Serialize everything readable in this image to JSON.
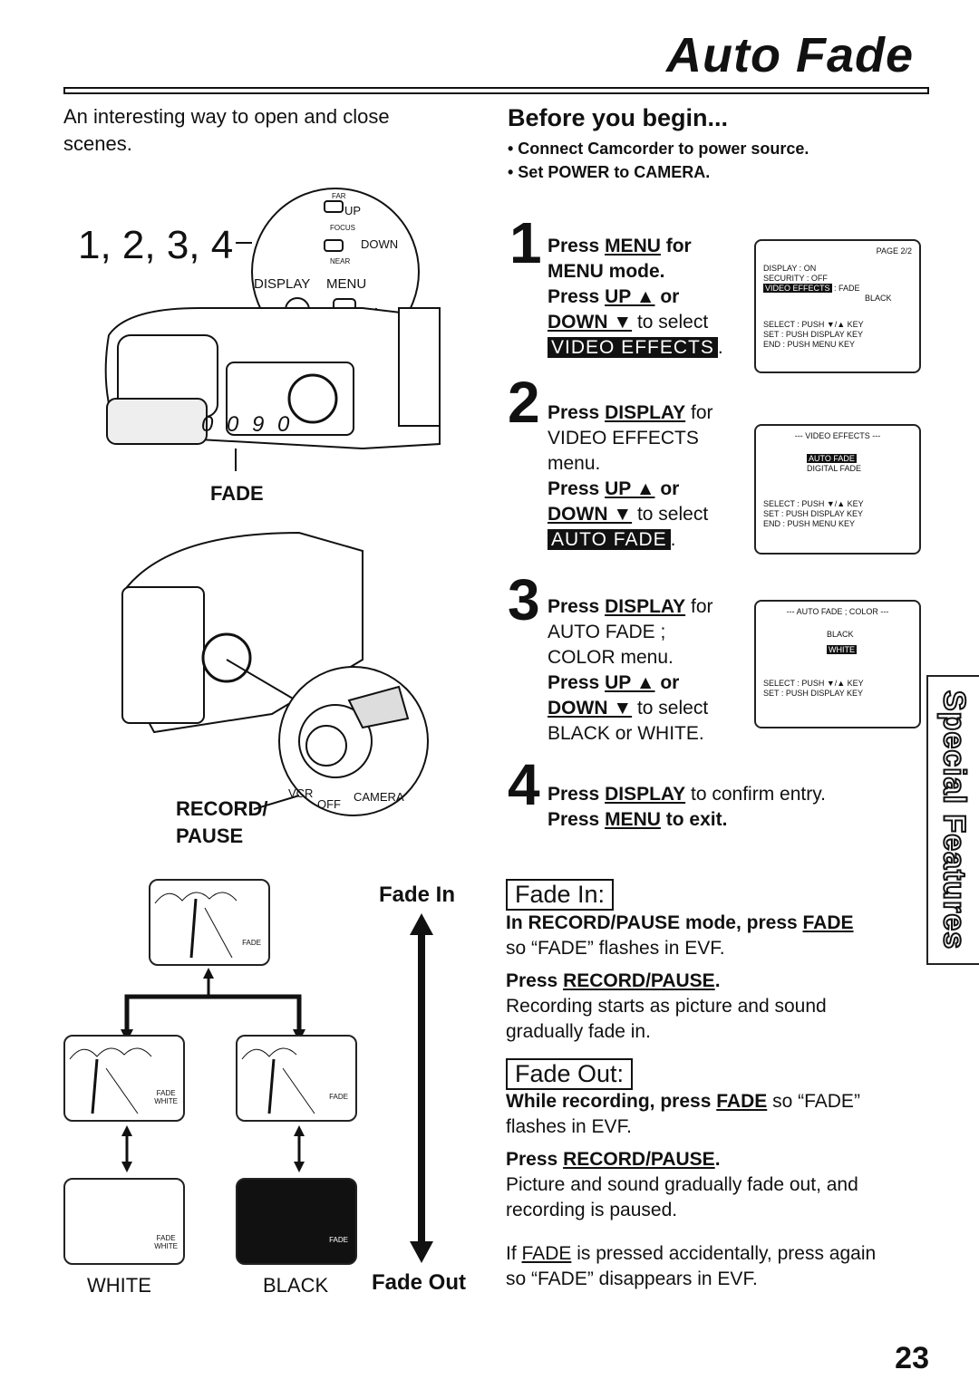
{
  "page": {
    "title": "Auto Fade",
    "intro": "An interesting way to open and close scenes.",
    "page_number": "23",
    "side_tab": "Special Features"
  },
  "left": {
    "callout_numbers": "1, 2, 3, 4",
    "buttons": {
      "far": "FAR",
      "up": "UP",
      "focus": "FOCUS",
      "down": "DOWN",
      "near": "NEAR",
      "display": "DISPLAY",
      "menu": "MENU"
    },
    "counter": "0 0 9 0",
    "fade_label": "FADE",
    "record_pause_1": "RECORD/",
    "record_pause_2": "PAUSE",
    "switch": {
      "vcr": "VCR",
      "off": "OFF",
      "camera": "CAMERA"
    },
    "diagram": {
      "fade_in": "Fade In",
      "fade_out": "Fade Out",
      "frame_fade": "FADE",
      "frame_white": "WHITE",
      "white": "WHITE",
      "black": "BLACK"
    }
  },
  "before": {
    "heading": "Before you begin...",
    "items": [
      "• Connect Camcorder to power source.",
      "• Set POWER to CAMERA."
    ]
  },
  "steps": {
    "s1": {
      "num": "1",
      "a": "Press ",
      "a_u": "MENU",
      "a2": " for",
      "b": "MENU mode.",
      "c": "Press ",
      "c_u": "UP ▲",
      "c2": " or",
      "d_u": "DOWN ▼",
      "d2": " to select",
      "hl": "VIDEO EFFECTS",
      "end": "."
    },
    "s2": {
      "num": "2",
      "a": "Press ",
      "a_u": "DISPLAY",
      "a2": " for",
      "b": "VIDEO EFFECTS",
      "b2": "menu.",
      "c": "Press ",
      "c_u": "UP ▲",
      "c2": " or",
      "d_u": "DOWN ▼",
      "d2": " to select",
      "hl": "AUTO FADE",
      "end": "."
    },
    "s3": {
      "num": "3",
      "a": "Press ",
      "a_u": "DISPLAY",
      "a2": " for",
      "b": "AUTO FADE ;",
      "b2": "COLOR menu.",
      "c": "Press ",
      "c_u": "UP ▲",
      "c2": " or",
      "d_u": "DOWN ▼",
      "d2": " to select",
      "e": "BLACK or WHITE."
    },
    "s4": {
      "num": "4",
      "a": "Press ",
      "a_u": "DISPLAY",
      "a2": " to confirm entry.",
      "b": "Press ",
      "b_u": "MENU",
      "b2": " to exit."
    }
  },
  "screens": {
    "scr1": {
      "page": "PAGE 2/2",
      "r1": "DISPLAY     : ON",
      "r2": "SECURITY    : OFF",
      "r3_hl": "VIDEO EFFECTS",
      "r3": " : FADE",
      "r4": "BLACK",
      "f1": "SELECT : PUSH ▼/▲ KEY",
      "f2": "SET    : PUSH DISPLAY KEY",
      "f3": "END    : PUSH MENU KEY"
    },
    "scr2": {
      "head": "--- VIDEO EFFECTS ---",
      "hl": "AUTO FADE",
      "r2": "DIGITAL FADE",
      "f1": "SELECT : PUSH ▼/▲ KEY",
      "f2": "SET    : PUSH DISPLAY KEY",
      "f3": "END    : PUSH MENU KEY"
    },
    "scr3": {
      "head": "--- AUTO FADE ; COLOR ---",
      "r1": "BLACK",
      "hl": "WHITE",
      "f1": "SELECT : PUSH ▼/▲ KEY",
      "f2": "SET    : PUSH DISPLAY KEY"
    }
  },
  "fade_in": {
    "heading": "Fade In:",
    "p1_b": "In RECORD/PAUSE mode, press ",
    "p1_u": "FADE",
    "p1_rest": "so “FADE” flashes in EVF.",
    "p2_b": "Press ",
    "p2_u": "RECORD/PAUSE",
    "p2_end": ".",
    "p3": "Recording starts as picture and sound gradually fade in."
  },
  "fade_out": {
    "heading": "Fade Out:",
    "p1_b": "While recording, press ",
    "p1_u": "FADE",
    "p1_rest": " so “FADE”",
    "p1_rest2": "flashes in EVF.",
    "p2_b": "Press ",
    "p2_u": "RECORD/PAUSE",
    "p2_end": ".",
    "p3": "Picture and sound gradually fade out, and recording is paused.",
    "p4a": "If ",
    "p4_u": "FADE",
    "p4b": " is pressed accidentally, press again so “FADE” disappears in EVF."
  }
}
